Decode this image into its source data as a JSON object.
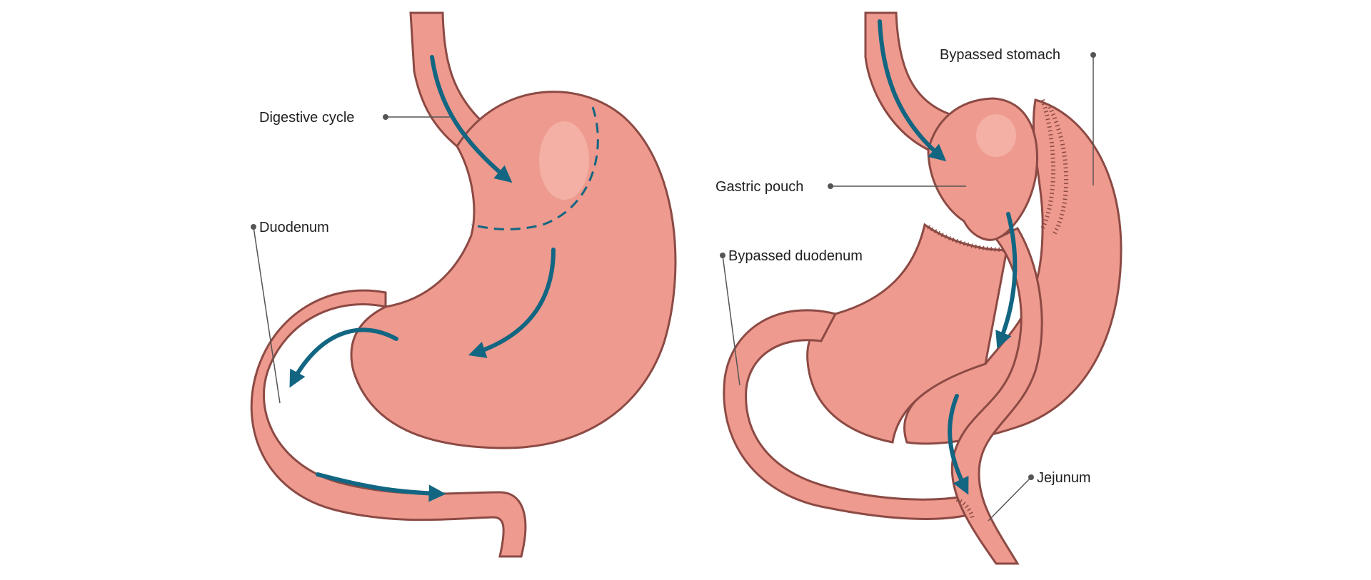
{
  "colors": {
    "tissue": "#ee9a8e",
    "tissue_light": "#f6b9ae",
    "outline": "#8c4a44",
    "arrow": "#136682",
    "leader": "#555555"
  },
  "left_diagram": {
    "labels": {
      "digestive_cycle": "Digestive cycle",
      "duodenum": "Duodenum"
    }
  },
  "right_diagram": {
    "labels": {
      "bypassed_stomach": "Bypassed stomach",
      "gastric_pouch": "Gastric pouch",
      "bypassed_duodenum": "Bypassed duodenum",
      "jejunum": "Jejunum"
    }
  }
}
